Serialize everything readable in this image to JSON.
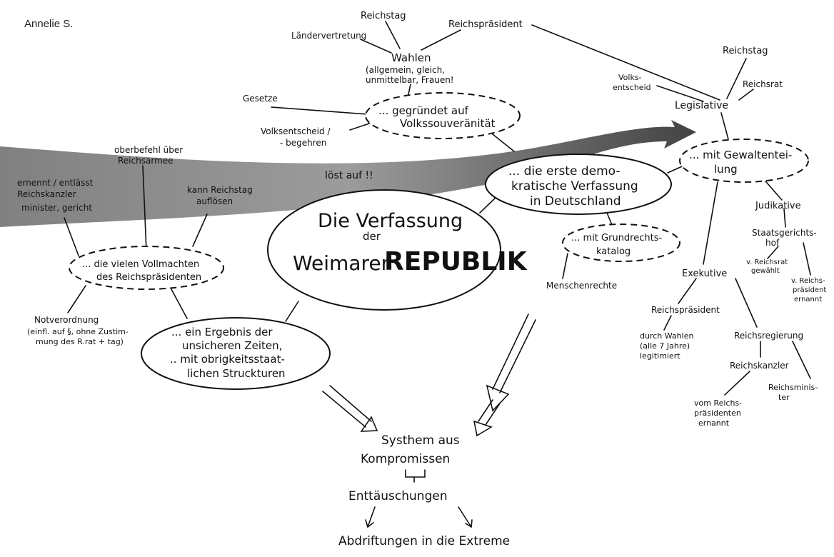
{
  "author": "Annelie S.",
  "center": {
    "line1": "Die Verfassung",
    "line2": "der",
    "line3_prefix": "Weimarer",
    "line3_emph": "REPUBLIK"
  },
  "demo": {
    "l1": "... die erste demo-",
    "l2": "kratische Verfassung",
    "l3": "in Deutschland"
  },
  "volkssouv": {
    "l1": "... gegründet auf",
    "l2": "Volkssouveränität"
  },
  "wahlen": {
    "l1": "Wahlen",
    "l2": "(allgemein, gleich,",
    "l3": "unmittelbar, Frauen!"
  },
  "top_labels": {
    "reichstag": "Reichstag",
    "laendervertretung": "Ländervertretung",
    "reichspraesident": "Reichspräsident",
    "gesetze": "Gesetze",
    "volksentscheid_l1": "Volksentscheid /",
    "volksentscheid_l2": "- begehren"
  },
  "gewalten": {
    "l1": "... mit Gewaltentei-",
    "l2": "lung"
  },
  "legislative": {
    "label": "Legislative",
    "reichstag": "Reichstag",
    "reichsrat": "Reichsrat",
    "volks_l1": "Volks-",
    "volks_l2": "entscheid"
  },
  "judikative": {
    "label": "Judikative",
    "sg_l1": "Staatsgerichts-",
    "sg_l2": "hof",
    "rr_l1": "v. Reichsrat",
    "rr_l2": "gewählt",
    "rp_l1": "v. Reichs-",
    "rp_l2": "präsident",
    "rp_l3": "ernannt"
  },
  "exekutive": {
    "label": "Exekutive",
    "rp": "Reichspräsident",
    "wahl_l1": "durch Wahlen",
    "wahl_l2": "(alle 7 Jahre)",
    "wahl_l3": "legitimiert",
    "regierung": "Reichsregierung",
    "kanzler": "Reichskanzler",
    "min_l1": "Reichsminis-",
    "min_l2": "ter",
    "vom_l1": "vom Reichs-",
    "vom_l2": "präsidenten",
    "vom_l3": "ernannt"
  },
  "grundrechte": {
    "l1": "... mit Grundrechts-",
    "l2": "katalog",
    "child": "Menschenrechte"
  },
  "vollmachten": {
    "l1": "... die vielen Vollmachten",
    "l2": "des Reichspräsidenten",
    "ernennt_l1": "ernennt / entlässt",
    "ernennt_l2": "Reichskanzler",
    "ernennt_l3": "minister, gericht",
    "oberbefehl_l1": "oberbefehl über",
    "oberbefehl_l2": "Reichsarmee",
    "kann_l1": "kann Reichstag",
    "kann_l2": "auflösen",
    "notv_l1": "Notverordnung",
    "notv_l2": "(einfl. auf §, ohne Zustim-",
    "notv_l3": "mung des R.rat + tag)"
  },
  "arrow_label": "löst auf !!",
  "ergebnis": {
    "l1": "... ein Ergebnis der",
    "l2": "unsicheren Zeiten,",
    "l3": ".. mit obrigkeitsstaat-",
    "l4": "lichen Struckturen"
  },
  "bottom": {
    "system_l1": "Systhem aus",
    "system_l2": "Kompromissen",
    "ent": "Enttäuschungen",
    "abdrift": "Abdriftungen in die Extreme"
  }
}
